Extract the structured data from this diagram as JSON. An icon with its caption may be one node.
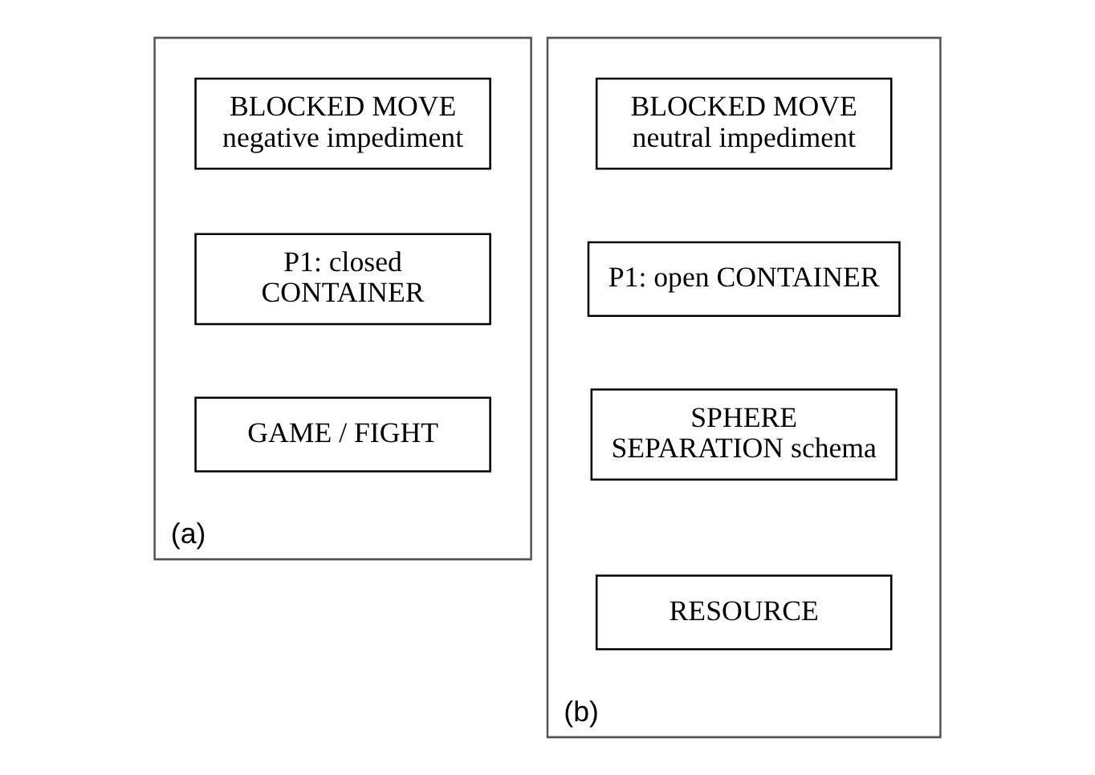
{
  "diagram": {
    "nodes": [
      {
        "text": [
          "(a)"
        ]
      },
      {
        "text": [
          "BLOCKED MOVE negative impediment"
        ],
        "in": 0
      },
      {
        "text": [
          "P1: closed CONTAINER"
        ],
        "in": 0
      },
      {
        "text": [
          "GAME / FIGHT"
        ],
        "in": 0
      },
      {
        "text": [
          "(b)"
        ]
      },
      {
        "text": [
          "BLOCKED MOVE neutral impediment"
        ],
        "in": 4
      },
      {
        "text": [
          "P1: open CONTAINER"
        ],
        "in": 4
      },
      {
        "text": [
          "SPHERE SEPARATION schema"
        ],
        "in": 4
      },
      {
        "text": [
          "RESOURCE"
        ],
        "in": 4
      }
    ],
    "edges": []
  }
}
